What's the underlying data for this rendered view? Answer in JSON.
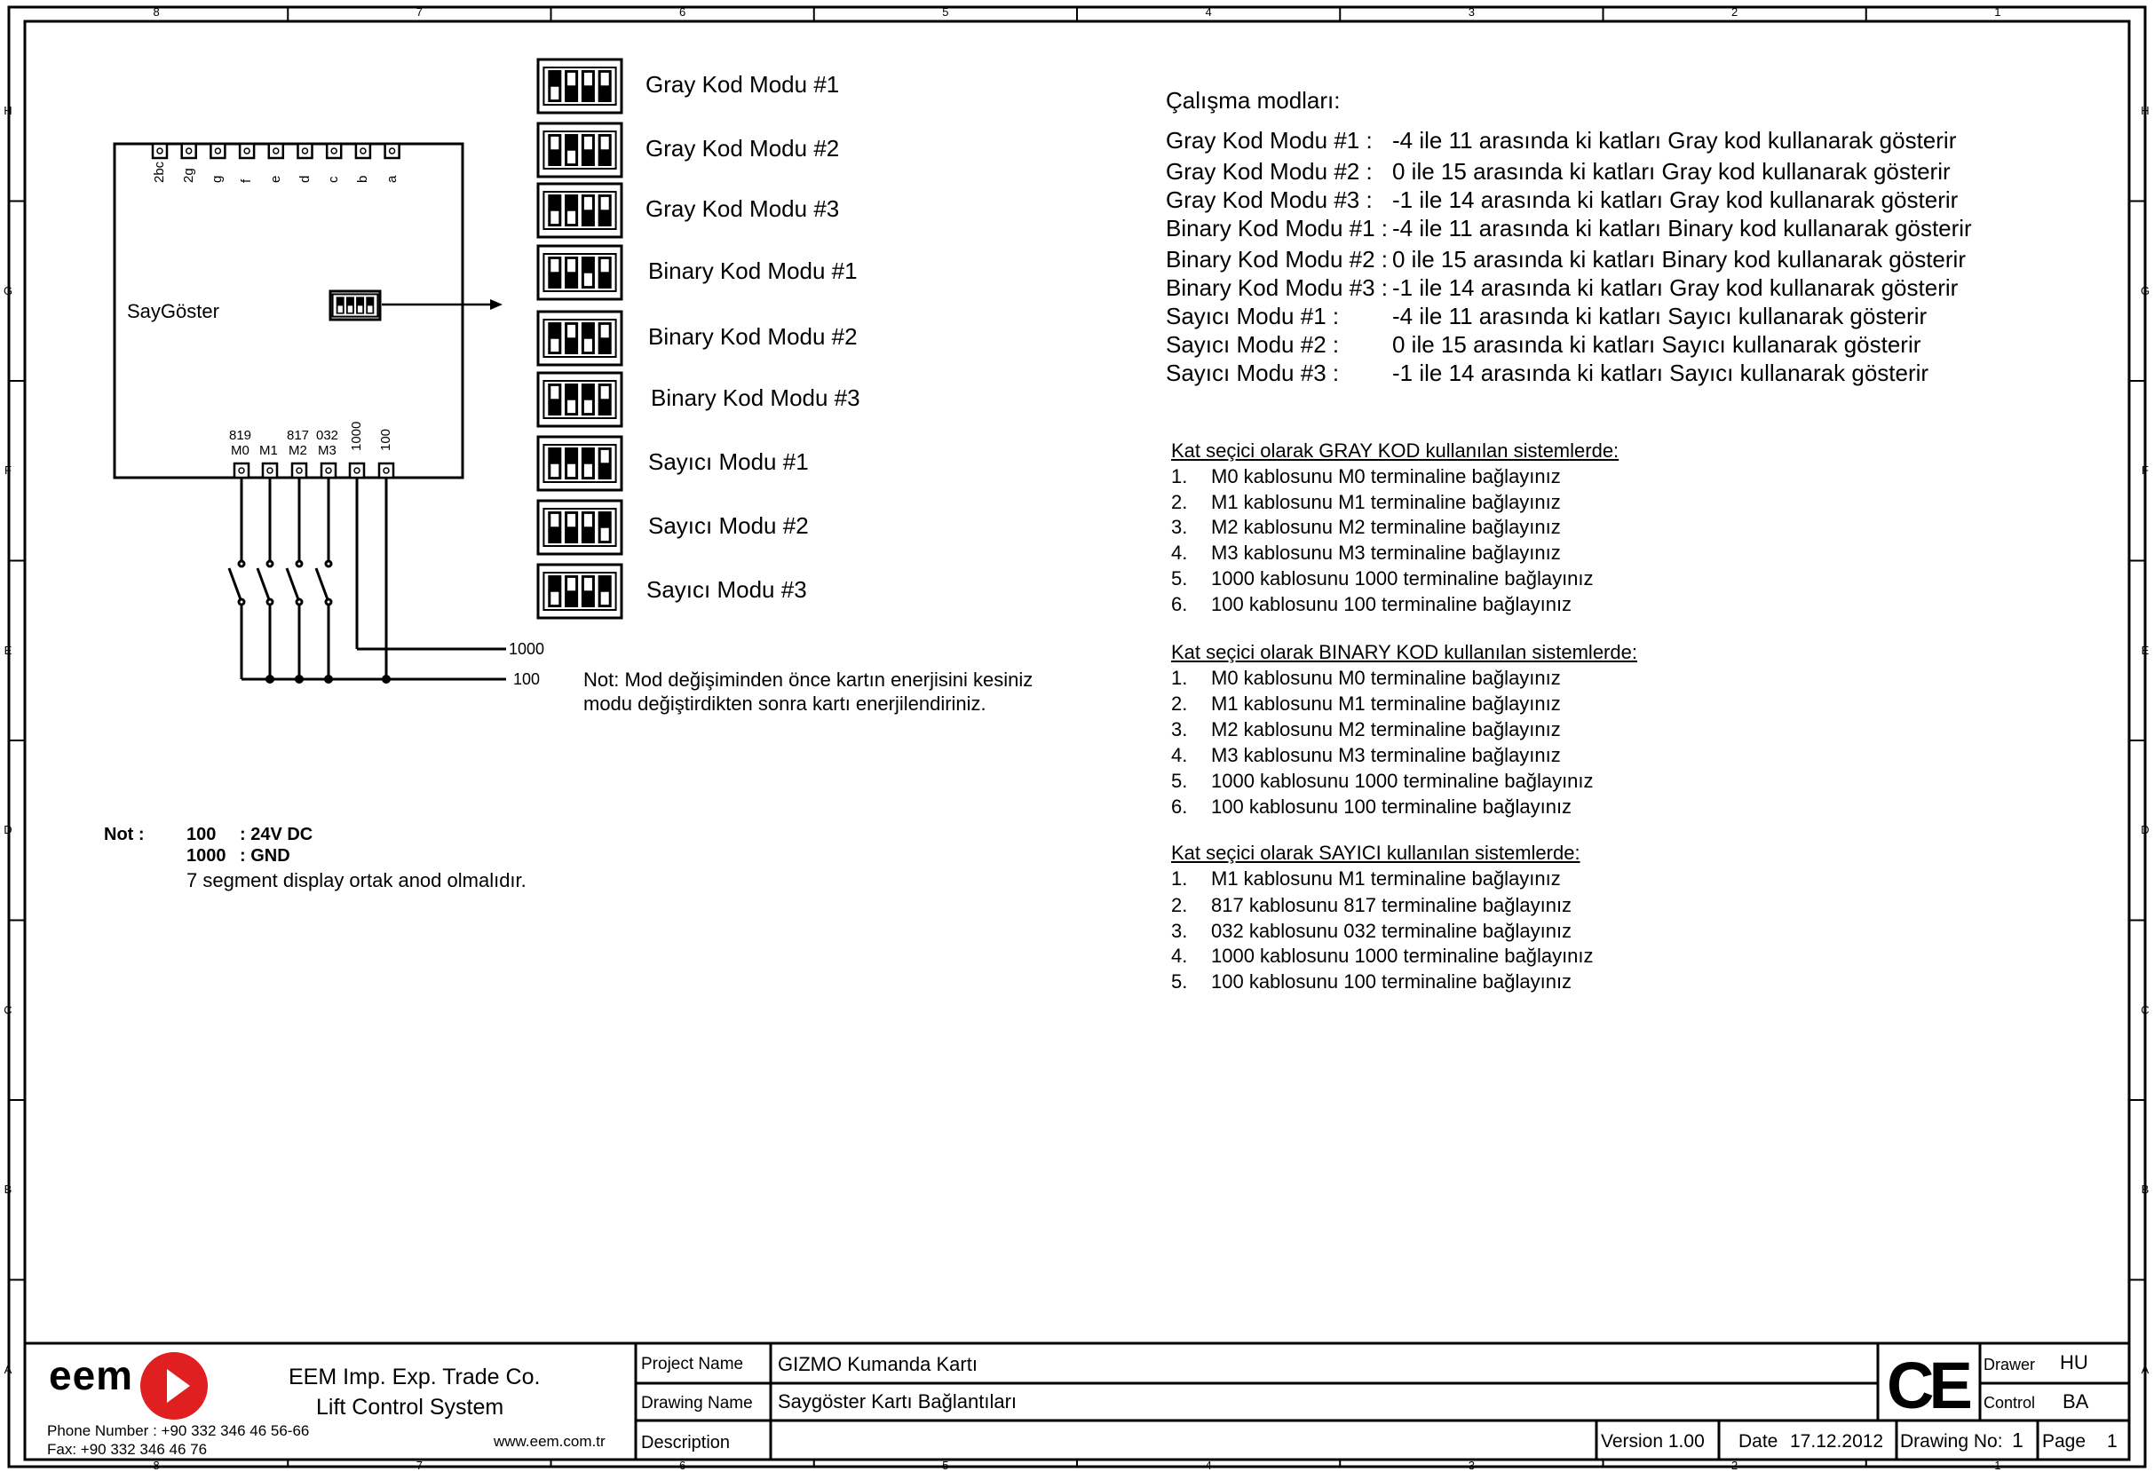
{
  "ruler": {
    "columns": [
      "8",
      "7",
      "6",
      "5",
      "4",
      "3",
      "2",
      "1"
    ],
    "rows": [
      "H",
      "G",
      "F",
      "E",
      "D",
      "C",
      "B",
      "A"
    ]
  },
  "board": {
    "name": "SayGöster",
    "top_pins": [
      "2bc",
      "2g",
      "g",
      "f",
      "e",
      "d",
      "c",
      "b",
      "a"
    ],
    "bottom_pin_numbers": [
      "819",
      "",
      "817",
      "032"
    ],
    "bottom_pins": [
      "M0",
      "M1",
      "M2",
      "M3"
    ],
    "bottom_pins_vertical": [
      "1000",
      "100"
    ],
    "line_1000": "1000",
    "line_100": "100"
  },
  "dip_modes": [
    {
      "label": "Gray Kod Modu #1",
      "switches": [
        0,
        1,
        1,
        1
      ]
    },
    {
      "label": "Gray Kod Modu #2",
      "switches": [
        1,
        0,
        1,
        1
      ]
    },
    {
      "label": "Gray Kod Modu #3",
      "switches": [
        0,
        0,
        1,
        1
      ]
    },
    {
      "label": "Binary Kod Modu #1",
      "switches": [
        1,
        1,
        0,
        1
      ]
    },
    {
      "label": "Binary Kod Modu #2",
      "switches": [
        0,
        1,
        0,
        1
      ]
    },
    {
      "label": "Binary Kod Modu #3",
      "switches": [
        1,
        0,
        0,
        1
      ]
    },
    {
      "label": "Sayıcı Modu #1",
      "switches": [
        0,
        0,
        0,
        1
      ]
    },
    {
      "label": "Sayıcı Modu #2",
      "switches": [
        1,
        1,
        1,
        0
      ]
    },
    {
      "label": "Sayıcı Modu #3",
      "switches": [
        0,
        1,
        1,
        0
      ]
    }
  ],
  "mode_note": {
    "line1": "Not: Mod değişiminden önce kartın enerjisini kesiniz",
    "line2": "modu değiştirdikten sonra kartı enerjilendiriniz."
  },
  "note": {
    "label": "Not :",
    "v100": "100",
    "v100_desc": ": 24V DC",
    "v1000": "1000",
    "v1000_desc": ": GND",
    "segment": "7 segment display ortak anod olmalıdır."
  },
  "operating_modes": {
    "title": "Çalışma modları:",
    "items": [
      {
        "mode": "Gray Kod  Modu #1 :",
        "desc": "-4 ile 11 arasında ki katları Gray kod kullanarak gösterir"
      },
      {
        "mode": "Gray Kod  Modu #2 :",
        "desc": "0 ile 15 arasında ki katları Gray kod kullanarak gösterir"
      },
      {
        "mode": "Gray Kod  Modu #3 :",
        "desc": "-1 ile 14 arasında ki katları Gray kod kullanarak gösterir"
      },
      {
        "mode": "Binary Kod Modu #1 :",
        "desc": "-4 ile 11 arasında ki katları Binary kod kullanarak gösterir"
      },
      {
        "mode": "Binary Kod Modu #2 :",
        "desc": "0 ile 15 arasında ki katları Binary kod kullanarak gösterir"
      },
      {
        "mode": "Binary Kod Modu #3 :",
        "desc": "-1 ile 14 arasında ki katları Gray kod kullanarak gösterir"
      },
      {
        "mode": "Sayıcı Modu  #1 :",
        "desc": "-4 ile 11 arasında ki katları Sayıcı kullanarak gösterir"
      },
      {
        "mode": "Sayıcı Modu  #2 :",
        "desc": "0 ile 15 arasında ki katları Sayıcı kullanarak gösterir"
      },
      {
        "mode": "Sayıcı Modu  #3 :",
        "desc": "-1 ile 14 arasında ki katları Sayıcı kullanarak gösterir"
      }
    ]
  },
  "gray_section": {
    "title": "Kat seçici olarak GRAY KOD kullanılan sistemlerde:",
    "items": [
      {
        "n": "1.",
        "text": "M0 kablosunu M0 terminaline bağlayınız"
      },
      {
        "n": "2.",
        "text": "M1 kablosunu M1 terminaline bağlayınız"
      },
      {
        "n": "3.",
        "text": "M2 kablosunu M2 terminaline bağlayınız"
      },
      {
        "n": "4.",
        "text": "M3 kablosunu M3 terminaline bağlayınız"
      },
      {
        "n": "5.",
        "text": "1000 kablosunu 1000 terminaline bağlayınız"
      },
      {
        "n": "6.",
        "text": "100 kablosunu 100 terminaline bağlayınız"
      }
    ]
  },
  "binary_section": {
    "title": "Kat seçici olarak BINARY KOD kullanılan sistemlerde:",
    "items": [
      {
        "n": "1.",
        "text": "M0 kablosunu M0 terminaline bağlayınız"
      },
      {
        "n": "2.",
        "text": "M1 kablosunu M1 terminaline bağlayınız"
      },
      {
        "n": "3.",
        "text": "M2 kablosunu M2 terminaline bağlayınız"
      },
      {
        "n": "4.",
        "text": "M3 kablosunu M3 terminaline bağlayınız"
      },
      {
        "n": "5.",
        "text": "1000 kablosunu 1000 terminaline bağlayınız"
      },
      {
        "n": "6.",
        "text": "100 kablosunu 100 terminaline bağlayınız"
      }
    ]
  },
  "counter_section": {
    "title": "Kat seçici olarak SAYICI kullanılan sistemlerde:",
    "items": [
      {
        "n": "1.",
        "text": "M1 kablosunu M1 terminaline bağlayınız"
      },
      {
        "n": "2.",
        "text": "817 kablosunu 817 terminaline bağlayınız"
      },
      {
        "n": "3.",
        "text": "032 kablosunu 032 terminaline bağlayınız"
      },
      {
        "n": "4.",
        "text": "1000 kablosunu 1000 terminaline bağlayınız"
      },
      {
        "n": "5.",
        "text": "100 kablosunu 100 terminaline bağlayınız"
      }
    ]
  },
  "title_block": {
    "logo_text": "eem",
    "company": "EEM Imp. Exp. Trade Co.",
    "subtitle": "Lift Control System",
    "phone": "Phone Number : +90 332 346 46 56-66",
    "fax": "Fax: +90 332 346 46 76",
    "website": "www.eem.com.tr",
    "project_name_label": "Project Name",
    "project_name": "GIZMO Kumanda Kartı",
    "drawing_name_label": "Drawing Name",
    "drawing_name": "Saygöster Kartı Bağlantıları",
    "description_label": "Description",
    "version": "Version 1.00",
    "date_label": "Date",
    "date": "17.12.2012",
    "drawing_no_label": "Drawing No:",
    "drawing_no": "1",
    "page_label": "Page",
    "page": "1",
    "ce_mark": "CE",
    "drawer_label": "Drawer",
    "drawer": "HU",
    "control_label": "Control",
    "control": "BA"
  }
}
